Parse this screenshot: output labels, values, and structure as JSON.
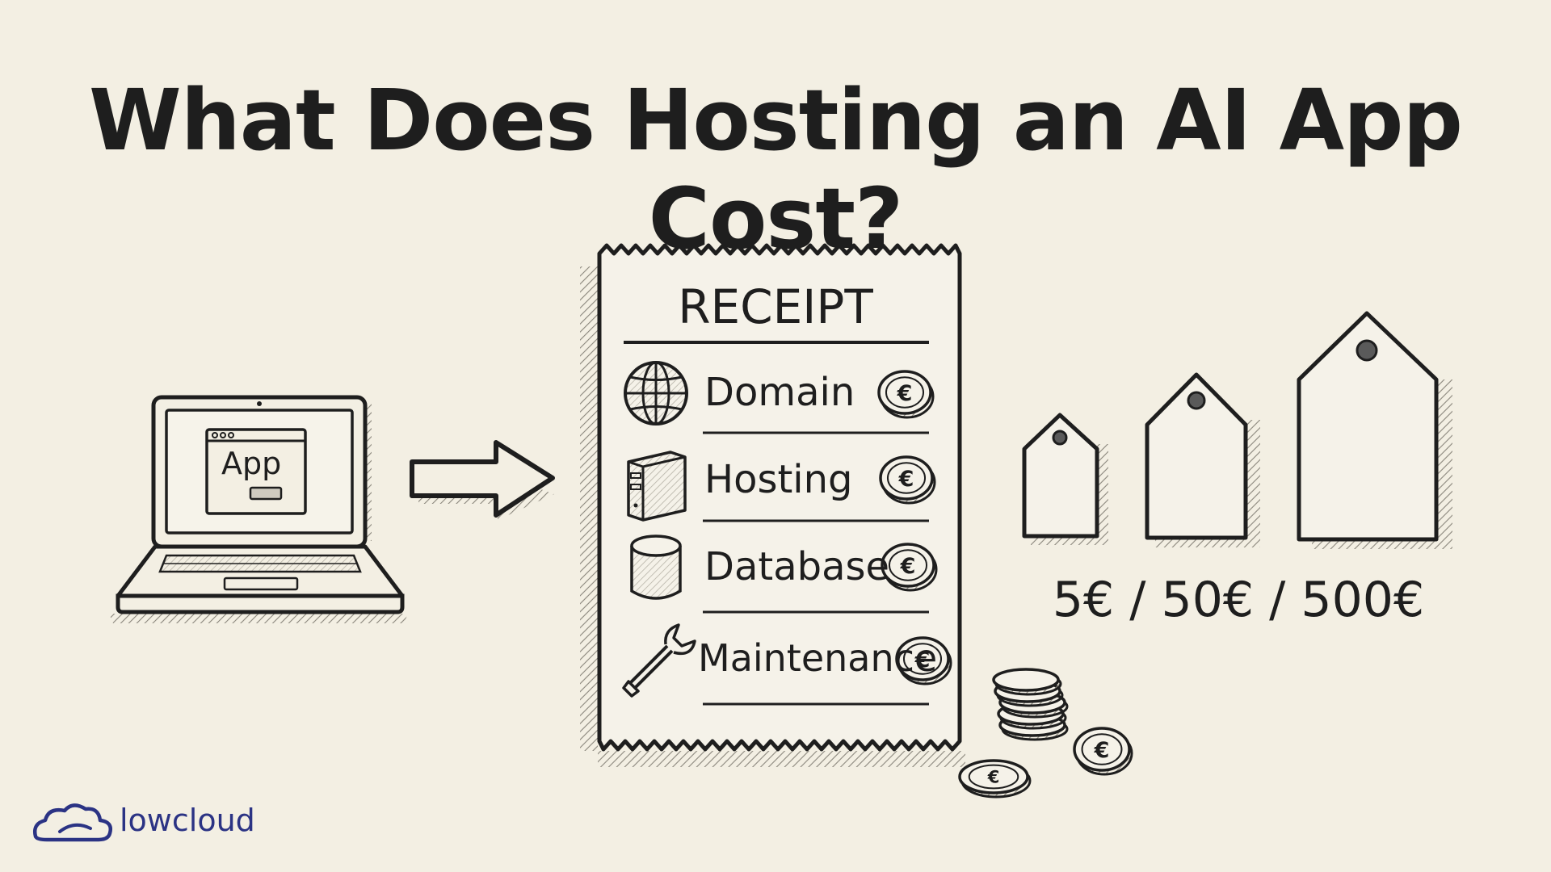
{
  "title": "What Does Hosting an AI App Cost?",
  "laptop": {
    "app_label": "App"
  },
  "receipt": {
    "title": "RECEIPT",
    "items": [
      {
        "label": "Domain",
        "icon": "globe-icon"
      },
      {
        "label": "Hosting",
        "icon": "server-icon"
      },
      {
        "label": "Database",
        "icon": "database-icon"
      },
      {
        "label": "Maintenance",
        "icon": "wrench-icon"
      }
    ],
    "coin_symbol": "€"
  },
  "price_tags": {
    "label": "5€ / 50€ / 500€",
    "tiers": [
      "5€",
      "50€",
      "500€"
    ]
  },
  "brand": {
    "name": "lowcloud",
    "color": "#2b3384"
  },
  "colors": {
    "background": "#f3efe3",
    "ink": "#1e1e1e",
    "shadow": "#9a968c"
  }
}
